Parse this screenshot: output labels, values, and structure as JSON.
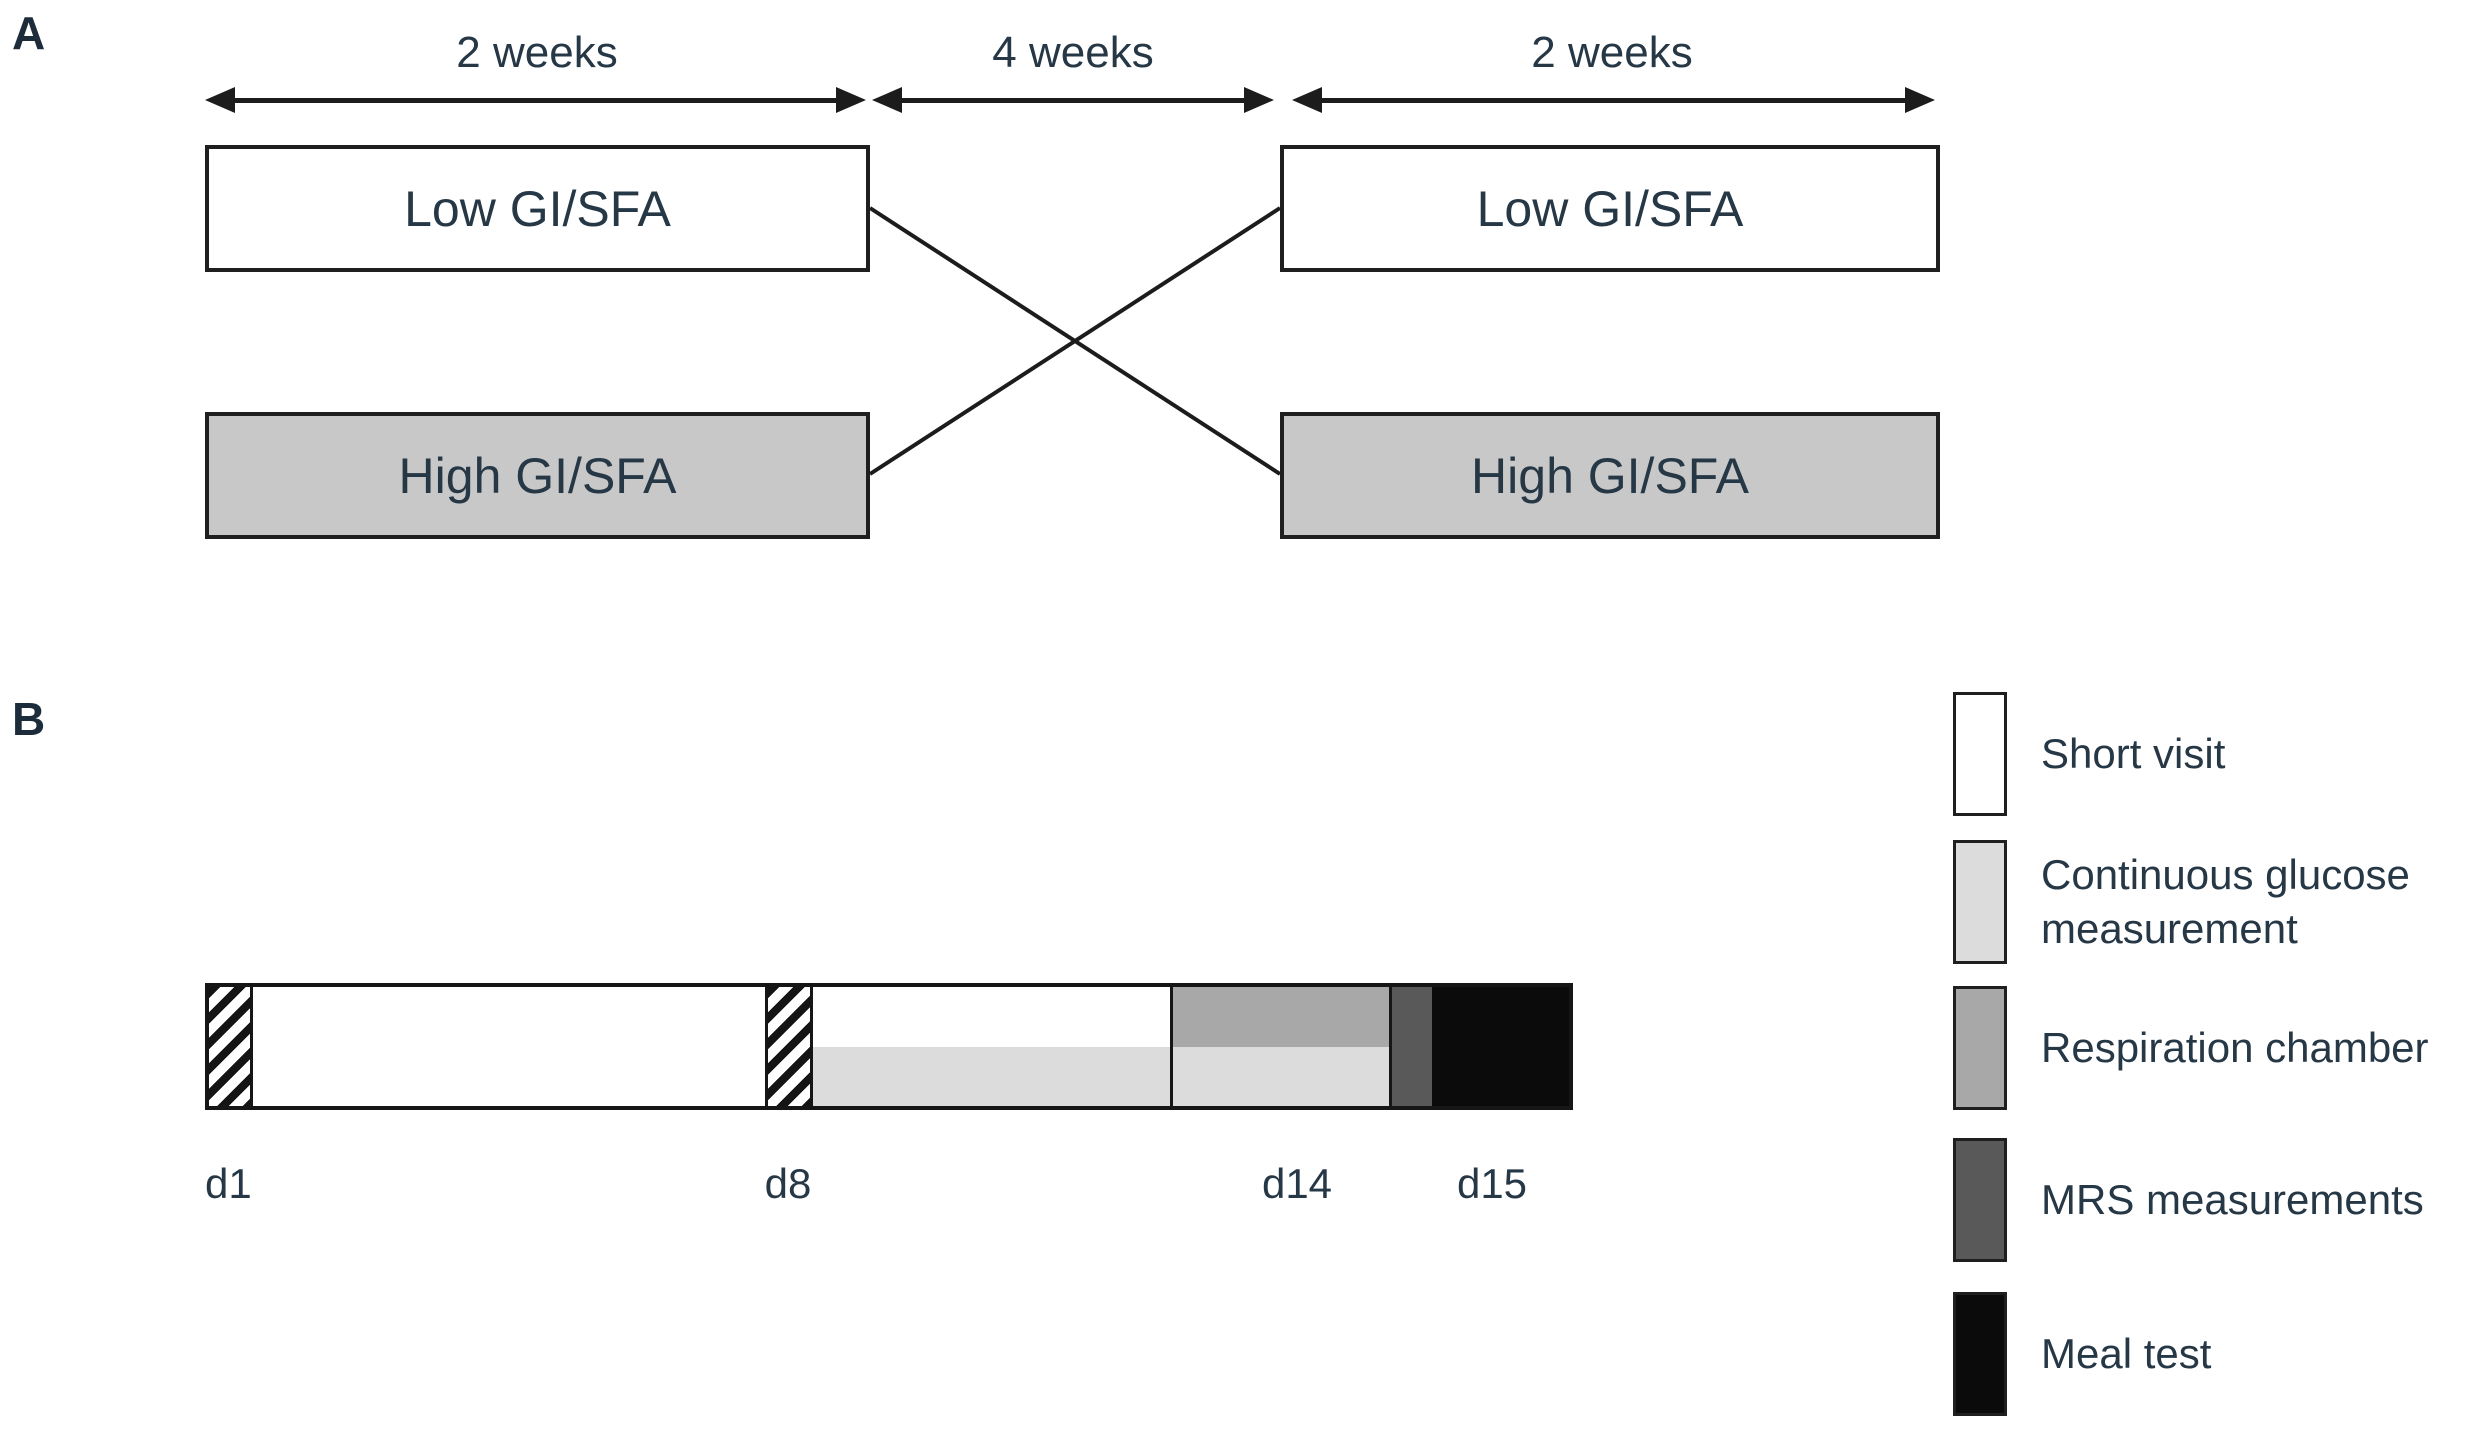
{
  "panel_a": {
    "label": "A",
    "durations": [
      "2 weeks",
      "4 weeks",
      "2 weeks"
    ],
    "boxes": {
      "period1_low": "Low GI/SFA",
      "period1_high": "High GI/SFA",
      "period2_low": "Low GI/SFA",
      "period2_high": "High GI/SFA"
    }
  },
  "panel_b": {
    "label": "B",
    "day_labels": [
      "d1",
      "d8",
      "d14",
      "d15"
    ]
  },
  "legend": {
    "items": [
      {
        "label": "Short visit",
        "swatch": "hatched"
      },
      {
        "label": "Continuous glucose measurement",
        "swatch": "light-gray"
      },
      {
        "label": "Respiration chamber",
        "swatch": "medium-gray"
      },
      {
        "label": "MRS measurements",
        "swatch": "dark-gray"
      },
      {
        "label": "Meal test",
        "swatch": "black"
      }
    ]
  },
  "colors": {
    "ink": "#263746",
    "outline": "#1c1c1c",
    "high_gi_fill": "#c8c8c8",
    "continuous_glucose": "#dcdcdc",
    "respiration_chamber": "#a8a8a8",
    "mrs_measurements": "#595959",
    "meal_test": "#0b0b0b"
  }
}
